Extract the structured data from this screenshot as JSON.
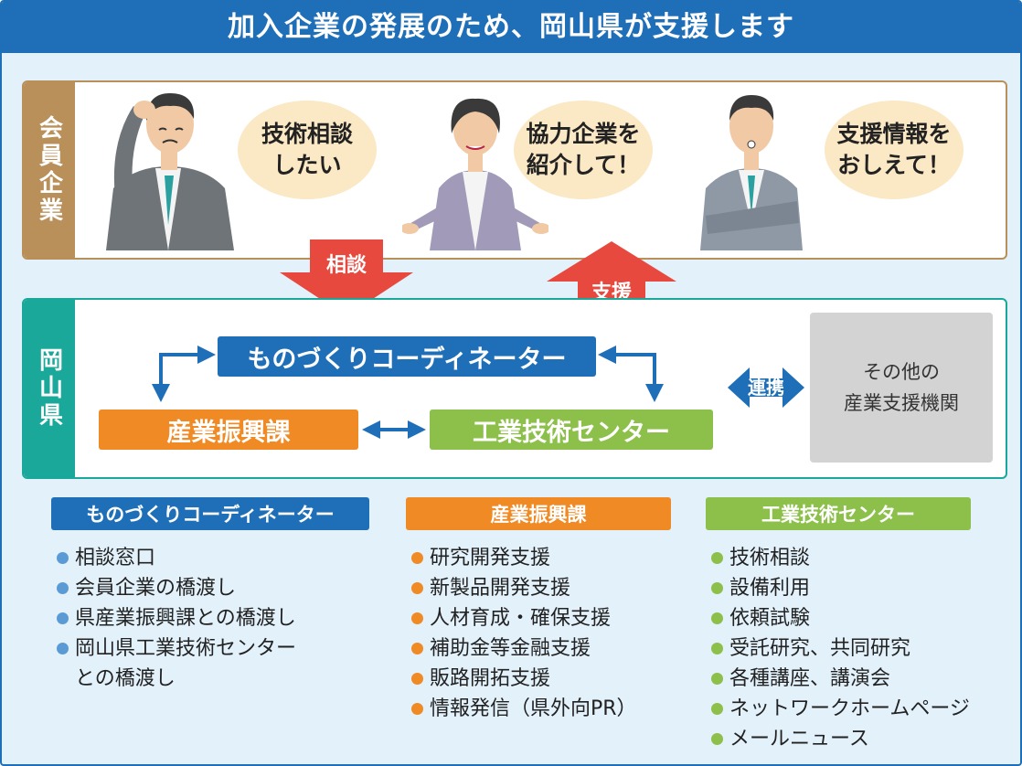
{
  "title": "加入企業の発展のため、岡山県が支援します",
  "members": {
    "label": "会員企業",
    "bubbles": [
      "技術相談\nしたい",
      "協力企業を\n紹介して！",
      "支援情報を\nおしえて！"
    ]
  },
  "arrows": {
    "consult": "相談",
    "support": "支援",
    "link": "連携"
  },
  "pref": {
    "label": "岡山県",
    "coordinator": "ものづくりコーディネーター",
    "sangyo": "産業振興課",
    "kogyo": "工業技術センター",
    "other": "その他の\n産業支援機関"
  },
  "columns": [
    {
      "header": "ものづくりコーディネーター",
      "color": "#1f6fb8",
      "dot": "#5b9bd5",
      "items": [
        "相談窓口",
        "会員企業の橋渡し",
        "県産業振興課との橋渡し",
        "岡山県工業技術センター\nとの橋渡し"
      ]
    },
    {
      "header": "産業振興課",
      "color": "#f08a24",
      "dot": "#f08a24",
      "items": [
        "研究開発支援",
        "新製品開発支援",
        "人材育成・確保支援",
        "補助金等金融支援",
        "販路開拓支援",
        "情報発信（県外向PR）"
      ]
    },
    {
      "header": "工業技術センター",
      "color": "#8cc04a",
      "dot": "#8cc04a",
      "items": [
        "技術相談",
        "設備利用",
        "依頼試験",
        "受託研究、共同研究",
        "各種講座、講演会",
        "ネットワークホームページ",
        "メールニュース"
      ]
    }
  ]
}
